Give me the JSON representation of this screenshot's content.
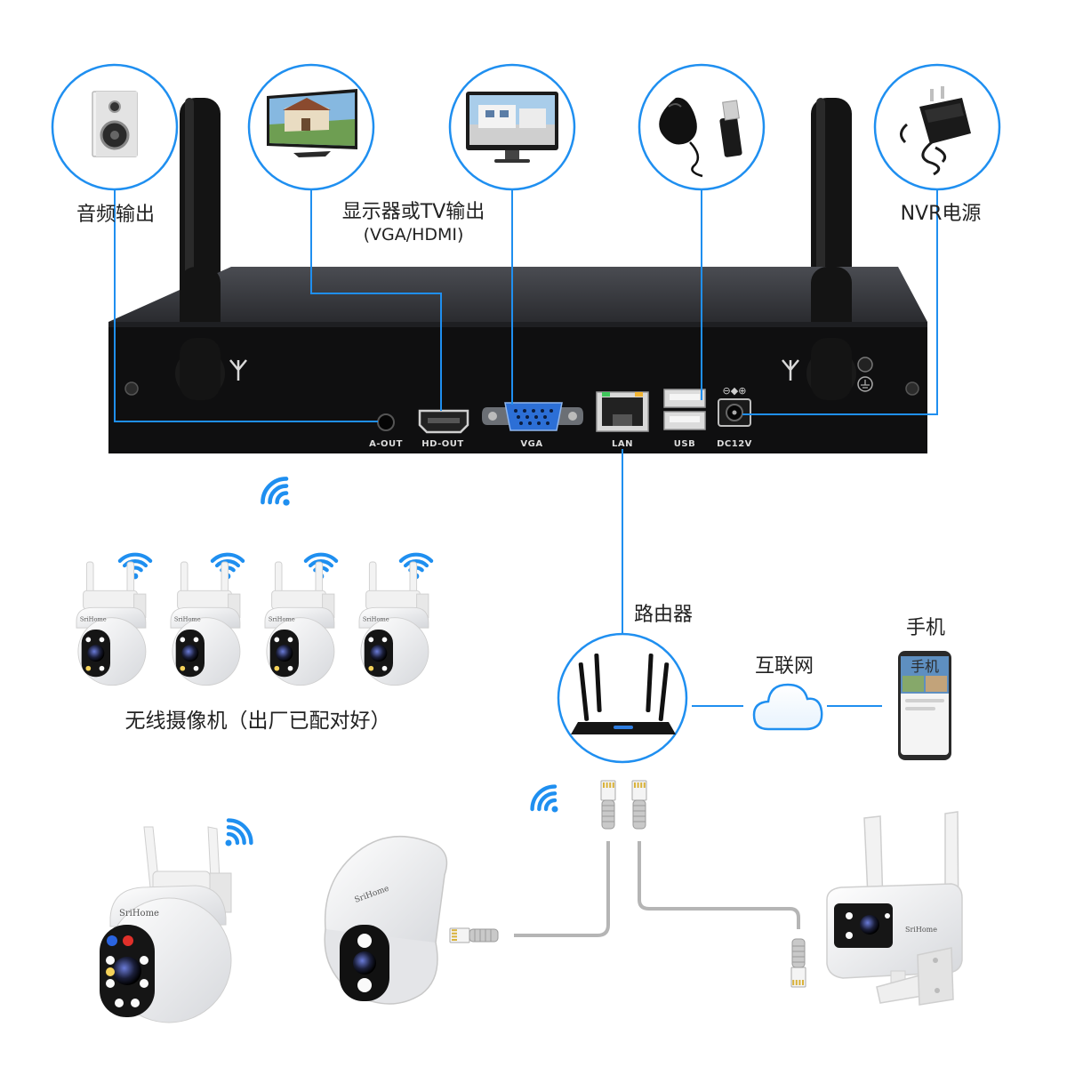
{
  "peripherals": {
    "audio_out": "音频输出",
    "display_out": "显示器或TV输出",
    "display_out_sub": "(VGA/HDMI)",
    "nvr_power": "NVR电源"
  },
  "nvr_ports": {
    "a_out": "A-OUT",
    "hd_out": "HD-OUT",
    "vga": "VGA",
    "lan": "LAN",
    "usb": "USB",
    "dc12v": "DC12V"
  },
  "network": {
    "router": "路由器",
    "internet": "互联网",
    "phone": "手机",
    "phone_screen": "手机"
  },
  "cameras": {
    "paired_caption": "无线摄像机（出厂已配对好）",
    "brand": "SriHome"
  },
  "colors": {
    "accent": "#1f8ff0",
    "nvr_body": "#0f0f10",
    "nvr_top": "#3b3d42",
    "cable": "#b5b5b5"
  }
}
